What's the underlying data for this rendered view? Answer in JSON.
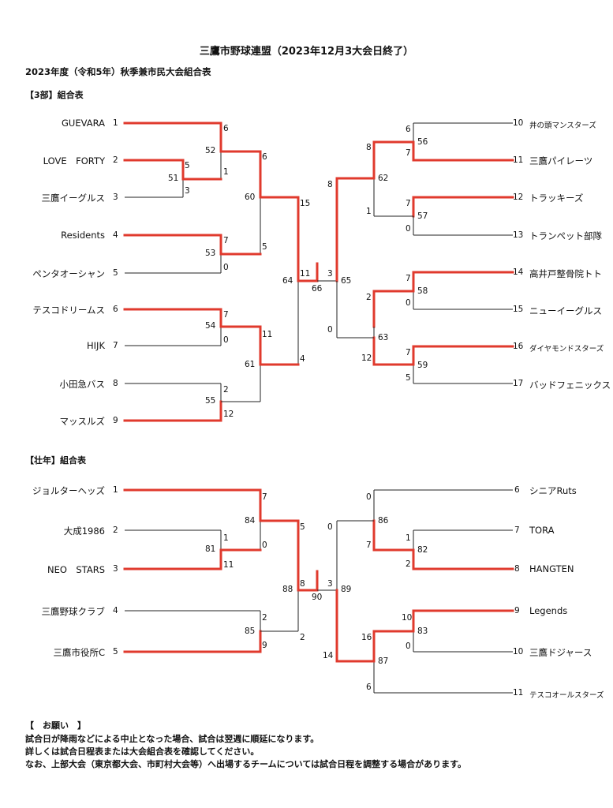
{
  "header": {
    "title": "三鷹市野球連盟（2023年12月3大会日終了）",
    "subtitle": "2023年度（令和5年）秋季兼市民大会組合表"
  },
  "bracket3": {
    "label": "【3部】組合表",
    "left_teams": [
      {
        "seed": "1",
        "name": "GUEVARA"
      },
      {
        "seed": "2",
        "name": "LOVE　FORTY"
      },
      {
        "seed": "3",
        "name": "三鷹イーグルス"
      },
      {
        "seed": "4",
        "name": "Residents"
      },
      {
        "seed": "5",
        "name": "ペンタオーシャン"
      },
      {
        "seed": "6",
        "name": "テスコドリームス"
      },
      {
        "seed": "7",
        "name": "HIJK"
      },
      {
        "seed": "8",
        "name": "小田急バス"
      },
      {
        "seed": "9",
        "name": "マッスルズ"
      }
    ],
    "right_teams": [
      {
        "seed": "10",
        "name": "井の頭マンスターズ"
      },
      {
        "seed": "11",
        "name": "三鷹パイレーツ"
      },
      {
        "seed": "12",
        "name": "トラッキーズ"
      },
      {
        "seed": "13",
        "name": "トランペット部隊"
      },
      {
        "seed": "14",
        "name": "高井戸整骨院トト"
      },
      {
        "seed": "15",
        "name": "ニューイーグルス"
      },
      {
        "seed": "16",
        "name": "ダイヤモンドスターズ"
      },
      {
        "seed": "17",
        "name": "バッドフェニックス"
      }
    ],
    "games": [
      "51",
      "52",
      "53",
      "54",
      "55",
      "60",
      "61",
      "64",
      "66",
      "56",
      "57",
      "58",
      "59",
      "62",
      "63",
      "65"
    ],
    "scores": [
      "6",
      "5",
      "1",
      "3",
      "7",
      "0",
      "6",
      "12",
      "7",
      "0",
      "5",
      "2",
      "11",
      "4",
      "15",
      "11",
      "3",
      "6",
      "7",
      "7",
      "0",
      "7",
      "0",
      "7",
      "5",
      "8",
      "1",
      "2",
      "12",
      "8",
      "0"
    ]
  },
  "bracketS": {
    "label": "【壮年】組合表",
    "left_teams": [
      {
        "seed": "1",
        "name": "ジョルターヘッズ"
      },
      {
        "seed": "2",
        "name": "大成1986"
      },
      {
        "seed": "3",
        "name": "NEO　STARS"
      },
      {
        "seed": "4",
        "name": "三鷹野球クラブ"
      },
      {
        "seed": "5",
        "name": "三鷹市役所C"
      }
    ],
    "right_teams": [
      {
        "seed": "6",
        "name": "シニアRuts"
      },
      {
        "seed": "7",
        "name": "TORA"
      },
      {
        "seed": "8",
        "name": "HANGTEN"
      },
      {
        "seed": "9",
        "name": "Legends"
      },
      {
        "seed": "10",
        "name": "三鷹ドジャース"
      },
      {
        "seed": "11",
        "name": "テスコオールスターズ"
      }
    ],
    "games": [
      "81",
      "84",
      "85",
      "88",
      "90",
      "82",
      "83",
      "86",
      "87",
      "89"
    ],
    "scores": [
      "1",
      "11",
      "7",
      "0",
      "2",
      "9",
      "5",
      "2",
      "8",
      "3",
      "1",
      "2",
      "10",
      "0",
      "0",
      "7",
      "16",
      "6",
      "0",
      "14"
    ]
  },
  "notice": {
    "heading": "【　お願い　】",
    "line1": "試合日が降雨などによる中止となった場合、試合は翌週に順延になります。",
    "line2": "詳しくは試合日程表または大会組合表を確認してください。",
    "line3": "なお、上部大会（東京都大会、市町村大会等）へ出場するチームについては試合日程を調整する場合があります。"
  },
  "colors": {
    "winner_line": "#e03a2d",
    "line": "#222222"
  }
}
